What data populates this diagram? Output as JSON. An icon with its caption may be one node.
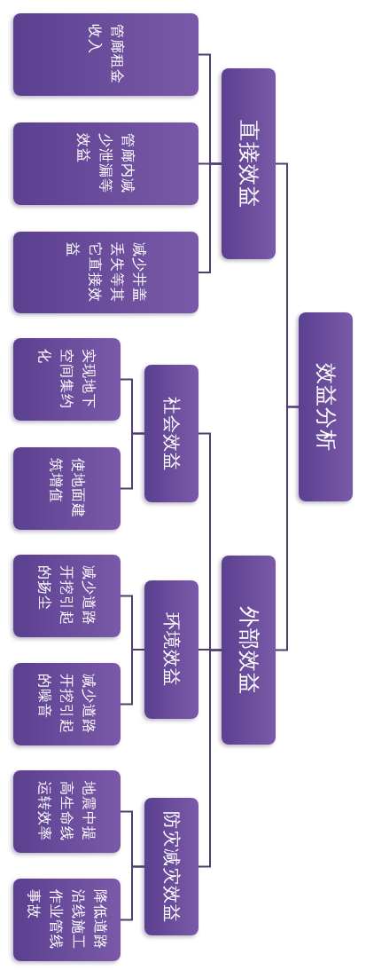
{
  "diagram": {
    "nodes": [
      {
        "text": [
          "效益分析"
        ]
      },
      {
        "text": [
          "直接效益"
        ]
      },
      {
        "text": [
          "管廊租金收入"
        ]
      },
      {
        "text": [
          "管廊内减少泄漏等效益"
        ]
      },
      {
        "text": [
          "减少井盖丢失等其它直接效益"
        ]
      },
      {
        "text": [
          "外部效益"
        ]
      },
      {
        "text": [
          "社会效益"
        ]
      },
      {
        "text": [
          "实现地下空间集约化"
        ]
      },
      {
        "text": [
          "使地面建筑增值"
        ]
      },
      {
        "text": [
          "环境效益"
        ]
      },
      {
        "text": [
          "减少道路开挖引起的扬尘"
        ]
      },
      {
        "text": [
          "减少道路开挖引起的噪音"
        ]
      },
      {
        "text": [
          "防灾减灾效益"
        ]
      },
      {
        "text": [
          "地震中提高生命线运转效率"
        ]
      },
      {
        "text": [
          "降低道路沿线施工作业管线事故"
        ]
      }
    ],
    "edges": [
      {
        "from": 0,
        "to": 1,
        "arrow": "none"
      },
      {
        "from": 0,
        "to": 5,
        "arrow": "none"
      },
      {
        "from": 1,
        "to": 2,
        "arrow": "none"
      },
      {
        "from": 1,
        "to": 3,
        "arrow": "none"
      },
      {
        "from": 1,
        "to": 4,
        "arrow": "none"
      },
      {
        "from": 5,
        "to": 6,
        "arrow": "none"
      },
      {
        "from": 5,
        "to": 9,
        "arrow": "none"
      },
      {
        "from": 5,
        "to": 12,
        "arrow": "none"
      },
      {
        "from": 6,
        "to": 7,
        "arrow": "none"
      },
      {
        "from": 6,
        "to": 8,
        "arrow": "none"
      },
      {
        "from": 9,
        "to": 10,
        "arrow": "none"
      },
      {
        "from": 9,
        "to": 11,
        "arrow": "none"
      },
      {
        "from": 12,
        "to": 13,
        "arrow": "none"
      },
      {
        "from": 12,
        "to": 14,
        "arrow": "none"
      }
    ]
  }
}
